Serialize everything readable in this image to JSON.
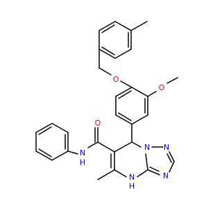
{
  "atoms": {
    "O_ether": {
      "text": "O",
      "color": "#ff0000"
    },
    "O_methoxy": {
      "text": "O",
      "color": "#ff0000"
    },
    "O_carbonyl": {
      "text": "O",
      "color": "#ff0000"
    },
    "N_amide": {
      "text": "N",
      "color": "#0000ff"
    },
    "H_amide": {
      "text": "H",
      "color": "#0000ff"
    },
    "N1": {
      "text": "N",
      "color": "#0000ff"
    },
    "N2": {
      "text": "N",
      "color": "#0000ff"
    },
    "N3": {
      "text": "N",
      "color": "#0000ff"
    },
    "N4": {
      "text": "N",
      "color": "#0000ff"
    },
    "N_NH": {
      "text": "N",
      "color": "#0000ff"
    },
    "H_NH": {
      "text": "H",
      "color": "#0000ff"
    }
  }
}
